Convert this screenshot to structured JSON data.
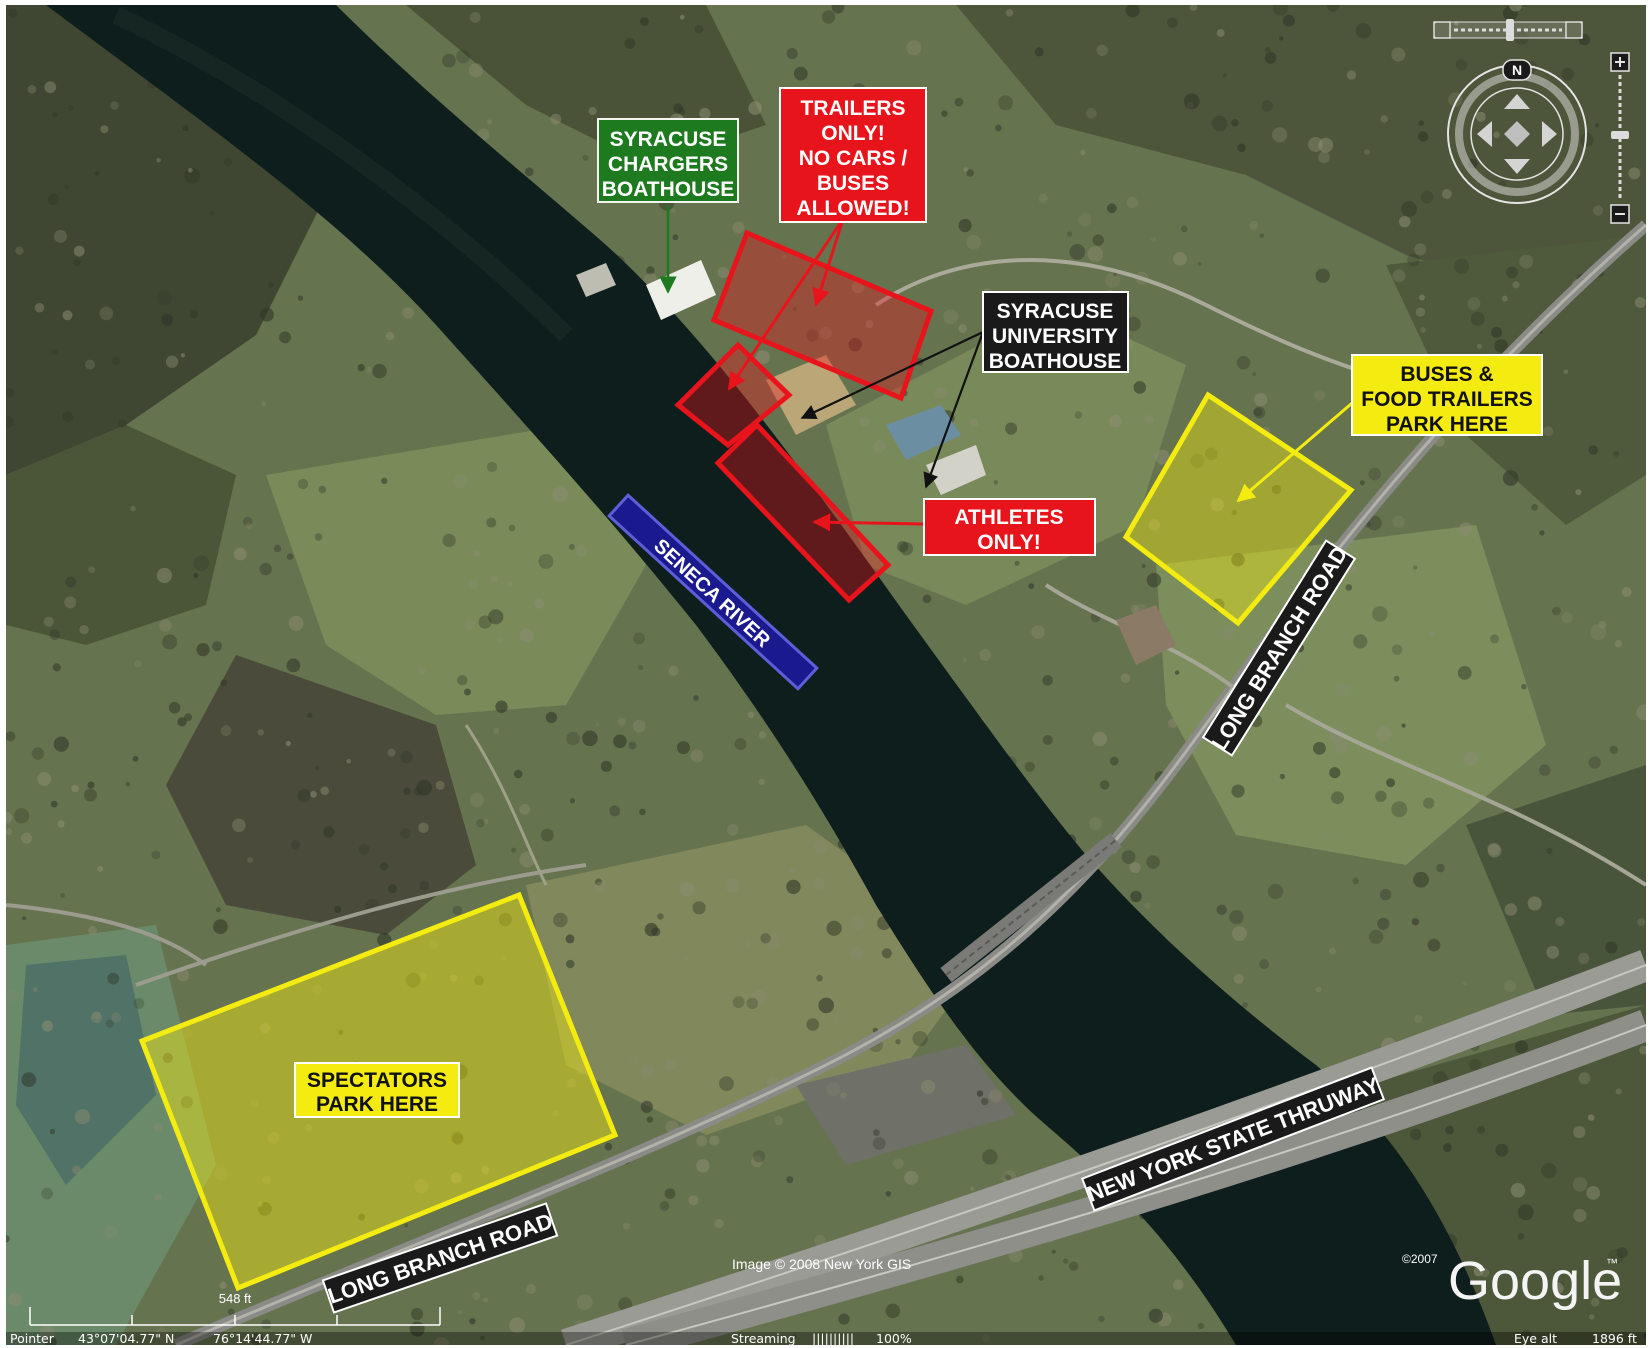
{
  "labels": {
    "chargers_boathouse": [
      "SYRACUSE",
      "CHARGERS",
      "BOATHOUSE"
    ],
    "trailers_only": [
      "TRAILERS",
      "ONLY!",
      "NO CARS /",
      "BUSES",
      "ALLOWED!"
    ],
    "su_boathouse": [
      "SYRACUSE",
      "UNIVERSITY",
      "BOATHOUSE"
    ],
    "buses_food": [
      "BUSES &",
      "FOOD TRAILERS",
      "PARK HERE"
    ],
    "athletes_only": [
      "ATHLETES",
      "ONLY!"
    ],
    "spectators": [
      "SPECTATORS",
      "PARK HERE"
    ],
    "river": "SENECA RIVER",
    "road_east": "LONG BRANCH ROAD",
    "road_south": "LONG BRANCH ROAD",
    "thruway": "NEW YORK STATE THRUWAY"
  },
  "credits": {
    "image": "Image © 2008 New York GIS",
    "copyright": "©2007",
    "brand": "Google",
    "tm": "™"
  },
  "scale": {
    "label": "548 ft"
  },
  "status_bar": {
    "pointer_label": "Pointer",
    "lat": "43°07'04.77\" N",
    "lon": "76°14'44.77\" W",
    "streaming_label": "Streaming",
    "streaming_bars": "||||||||||",
    "streaming_pct": "100%",
    "eye_label": "Eye alt",
    "eye_value": "1896 ft"
  },
  "nav": {
    "north": "N"
  },
  "colors": {
    "red": "#e8141c",
    "yellow": "#f4ec10",
    "green": "#1e7a1e",
    "black": "#1a1a1a",
    "river_blue": "#1a1a8e",
    "water": "#0e1e1c"
  }
}
